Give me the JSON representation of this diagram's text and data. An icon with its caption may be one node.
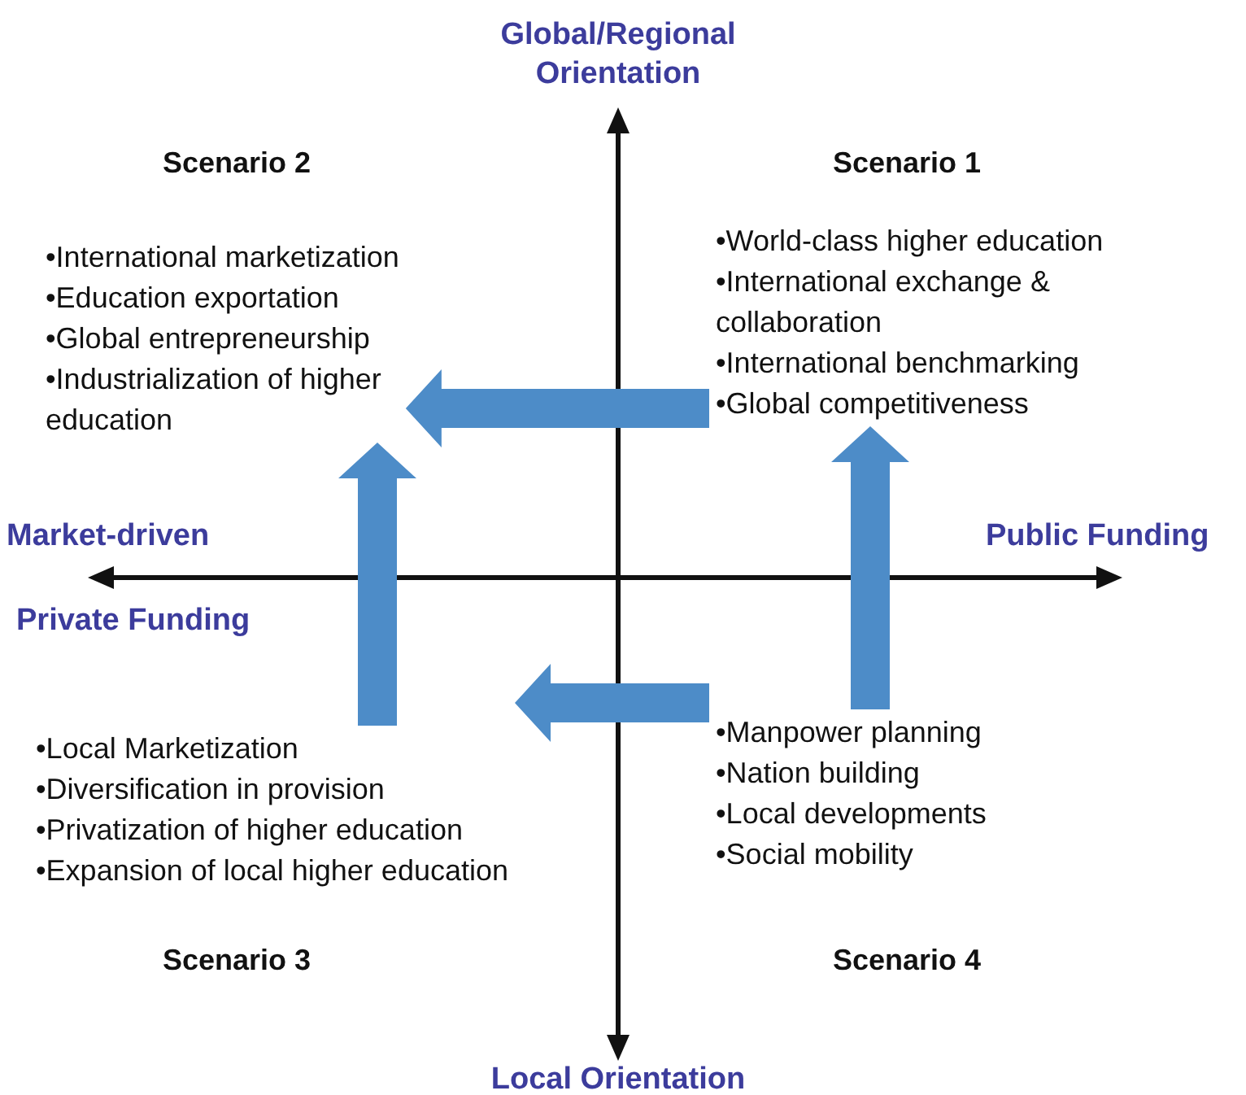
{
  "diagram": {
    "nodes": [
      {
        "text": [
          "Scenario 1",
          "•World-class higher education",
          "•International exchange & collaboration",
          "•International benchmarking",
          "•Global competitiveness"
        ]
      },
      {
        "text": [
          "Scenario 2",
          "•International marketization",
          "•Education exportation",
          "•Global entrepreneurship",
          "•Industrialization of higher education"
        ]
      },
      {
        "text": [
          "•Local Marketization",
          "•Diversification in provision",
          "•Privatization of higher education",
          "•Expansion of local higher education",
          "Scenario 3"
        ]
      },
      {
        "text": [
          "•Manpower planning",
          "•Nation building",
          "•Local developments",
          "•Social mobility",
          "Scenario 4"
        ]
      }
    ],
    "edges": [
      {
        "from": 0,
        "to": 1,
        "arrow": "to"
      },
      {
        "from": 3,
        "to": 2,
        "arrow": "to"
      },
      {
        "from": 2,
        "to": 1,
        "arrow": "to"
      },
      {
        "from": 3,
        "to": 0,
        "arrow": "to"
      }
    ],
    "labels": [
      "Global/Regional Orientation",
      "Market-driven",
      "Public Funding",
      "Private Funding",
      "Local Orientation"
    ]
  }
}
